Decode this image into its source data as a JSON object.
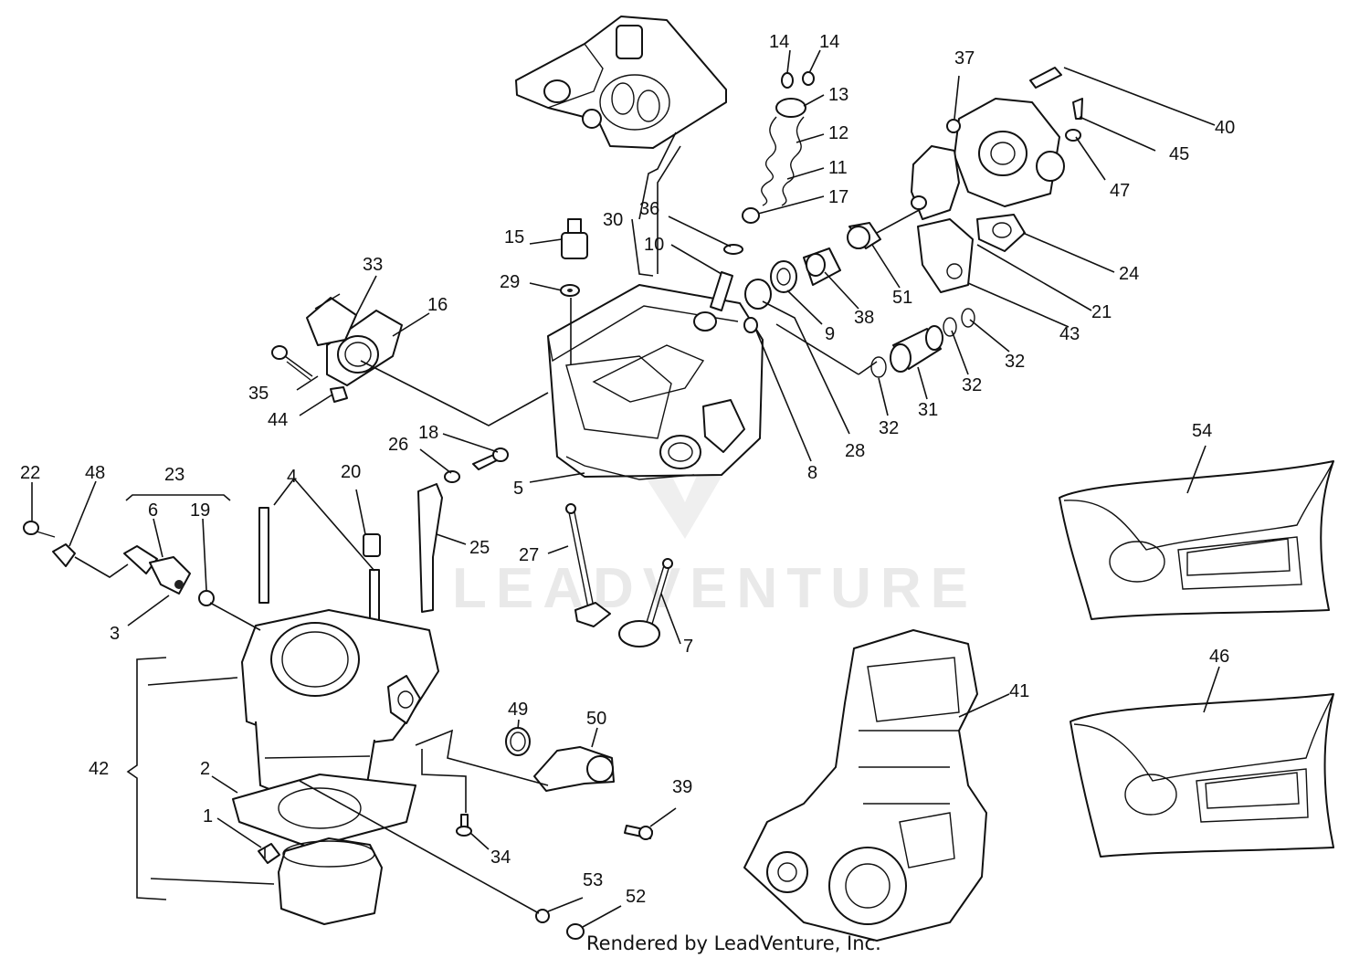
{
  "watermark": "LEADVENTURE",
  "footer": "Rendered by LeadVenture, Inc.",
  "labels": {
    "l1": "1",
    "l2": "2",
    "l3": "3",
    "l4": "4",
    "l5": "5",
    "l6": "6",
    "l7": "7",
    "l8": "8",
    "l9": "9",
    "l10": "10",
    "l11": "11",
    "l12": "12",
    "l13": "13",
    "l14a": "14",
    "l14b": "14",
    "l15": "15",
    "l16": "16",
    "l17": "17",
    "l18": "18",
    "l19": "19",
    "l20": "20",
    "l21": "21",
    "l22": "22",
    "l23": "23",
    "l24": "24",
    "l25": "25",
    "l26": "26",
    "l27": "27",
    "l28": "28",
    "l29": "29",
    "l30": "30",
    "l31": "31",
    "l32a": "32",
    "l32b": "32",
    "l32c": "32",
    "l33": "33",
    "l34": "34",
    "l35": "35",
    "l36": "36",
    "l37": "37",
    "l38": "38",
    "l39": "39",
    "l40": "40",
    "l41": "41",
    "l42": "42",
    "l43": "43",
    "l44": "44",
    "l45": "45",
    "l46": "46",
    "l47": "47",
    "l48": "48",
    "l49": "49",
    "l50": "50",
    "l51": "51",
    "l52": "52",
    "l53": "53",
    "l54": "54"
  }
}
